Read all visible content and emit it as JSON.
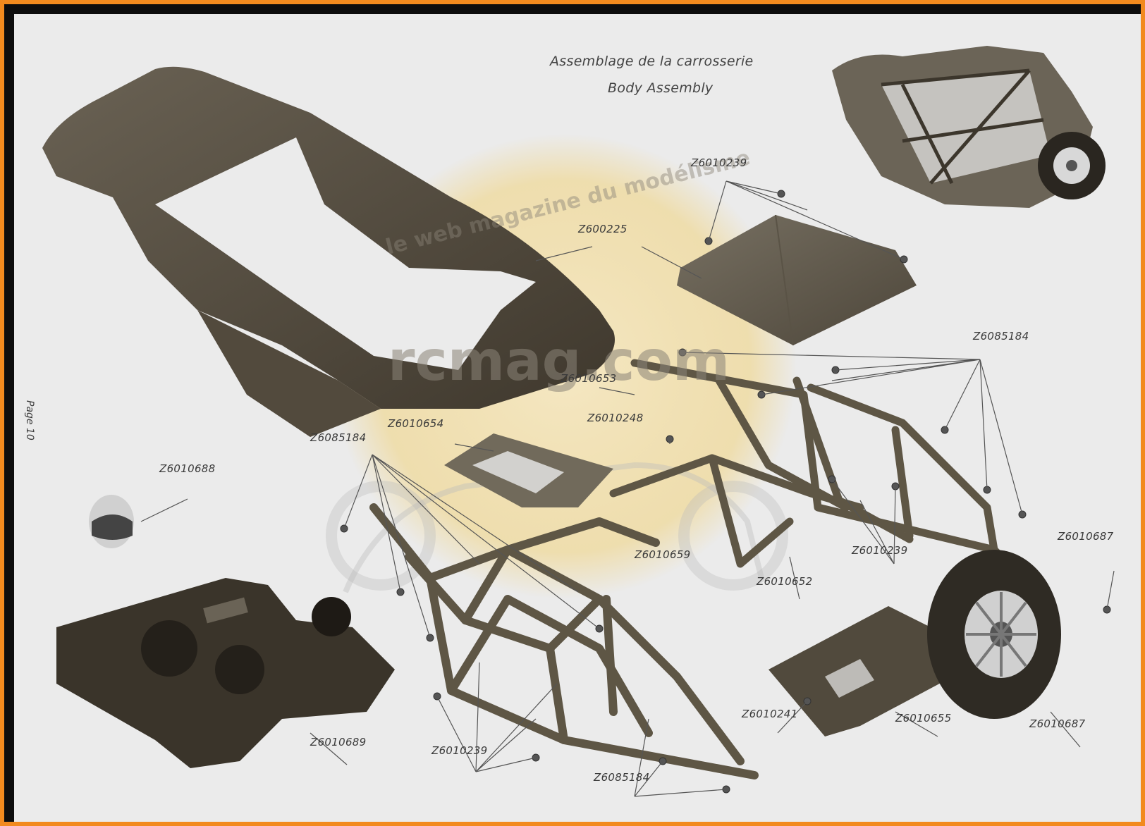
{
  "titles": {
    "french": "Assemblage de la carrosserie",
    "english": "Body Assembly"
  },
  "page_label": "Page 10",
  "watermark": {
    "url": "rcmag.com",
    "tagline": "le web magazine du modélisme"
  },
  "part_labels": {
    "z6010239_top": "Z6010239",
    "z600225": "Z600225",
    "z6085184_top": "Z6085184",
    "z6010653": "Z6010653",
    "z6010248": "Z6010248",
    "z6010654": "Z6010654",
    "z6085184_left": "Z6085184",
    "z6010688": "Z6010688",
    "z6010659": "Z6010659",
    "z6010239_mid": "Z6010239",
    "z6010652": "Z6010652",
    "z6010687_right": "Z6010687",
    "z6010241": "Z6010241",
    "z6010655": "Z6010655",
    "z6010687_bottom": "Z6010687",
    "z6010689": "Z6010689",
    "z6010239_bottom": "Z6010239",
    "z6085184_bottom": "Z6085184"
  },
  "colors": {
    "border": "#f28a1e",
    "frame": "#0d0d0d",
    "paper": "#ebebeb",
    "part_dark": "#4a4236",
    "watermark_disc": "#f2dca0"
  }
}
